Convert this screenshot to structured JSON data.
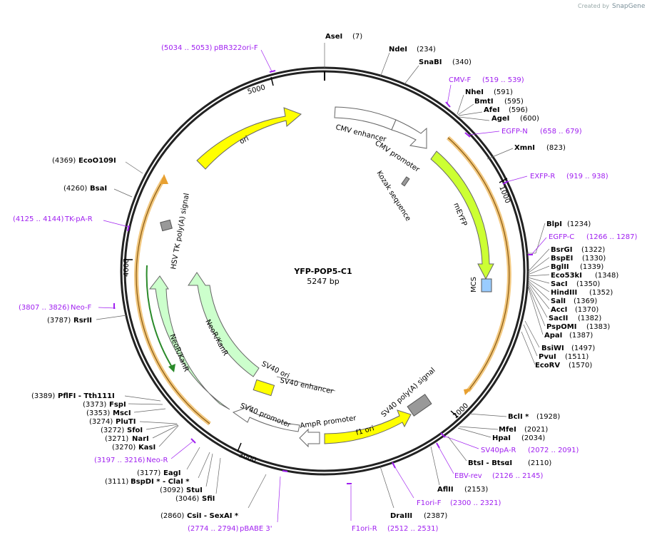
{
  "credit": {
    "created_by": "Created by",
    "brand": "SnapGene"
  },
  "plasmid": {
    "name": "YFP-POP5-C1",
    "length": "5247 bp"
  },
  "ticks": [
    "1000",
    "2000",
    "3000",
    "4000",
    "5000"
  ],
  "sites": [
    {
      "name": "AseI",
      "pos": "(7)"
    },
    {
      "name": "NdeI",
      "pos": "(234)"
    },
    {
      "name": "SnaBI",
      "pos": "(340)"
    },
    {
      "name": "NheI",
      "pos": "(591)"
    },
    {
      "name": "BmtI",
      "pos": "(595)"
    },
    {
      "name": "AfeI",
      "pos": "(596)"
    },
    {
      "name": "AgeI",
      "pos": "(600)"
    },
    {
      "name": "XmnI",
      "pos": "(823)"
    },
    {
      "name": "BlpI",
      "pos": "(1234)"
    },
    {
      "name": "BsrGI",
      "pos": "(1322)"
    },
    {
      "name": "BspEI",
      "pos": "(1330)"
    },
    {
      "name": "BglII",
      "pos": "(1339)"
    },
    {
      "name": "Eco53kI",
      "pos": "(1348)"
    },
    {
      "name": "SacI",
      "pos": "(1350)"
    },
    {
      "name": "HindIII",
      "pos": "(1352)"
    },
    {
      "name": "SalI",
      "pos": "(1369)"
    },
    {
      "name": "AccI",
      "pos": "(1370)"
    },
    {
      "name": "SacII",
      "pos": "(1382)"
    },
    {
      "name": "PspOMI",
      "pos": "(1383)"
    },
    {
      "name": "ApaI",
      "pos": "(1387)"
    },
    {
      "name": "BsiWI",
      "pos": "(1497)"
    },
    {
      "name": "PvuI",
      "pos": "(1511)"
    },
    {
      "name": "EcoRV",
      "pos": "(1570)"
    },
    {
      "name": "BclI *",
      "pos": "(1928)"
    },
    {
      "name": "MfeI",
      "pos": "(2021)"
    },
    {
      "name": "HpaI",
      "pos": "(2034)"
    },
    {
      "name": "BtsI  -  BtsαI",
      "pos": "(2110)"
    },
    {
      "name": "AflII",
      "pos": "(2153)"
    },
    {
      "name": "DraIII",
      "pos": "(2387)"
    },
    {
      "name": "CsiI  -  SexAI *",
      "pos": "(2860)"
    },
    {
      "name": "SfiI",
      "pos": "(3046)"
    },
    {
      "name": "StuI",
      "pos": "(3092)"
    },
    {
      "name": "BspDI *  -  ClaI *",
      "pos": "(3111)"
    },
    {
      "name": "EagI",
      "pos": "(3177)"
    },
    {
      "name": "KasI",
      "pos": "(3270)"
    },
    {
      "name": "NarI",
      "pos": "(3271)"
    },
    {
      "name": "SfoI",
      "pos": "(3272)"
    },
    {
      "name": "PluTI",
      "pos": "(3274)"
    },
    {
      "name": "MscI",
      "pos": "(3353)"
    },
    {
      "name": "FspI",
      "pos": "(3373)"
    },
    {
      "name": "PflFI  -  Tth111I",
      "pos": "(3389)"
    },
    {
      "name": "RsrII",
      "pos": "(3787)"
    },
    {
      "name": "BsaI",
      "pos": "(4260)"
    },
    {
      "name": "EcoO109I",
      "pos": "(4369)"
    }
  ],
  "primers": [
    {
      "name": "pBR322ori-F",
      "range": "(5034 .. 5053)"
    },
    {
      "name": "CMV-F",
      "range": "(519 .. 539)"
    },
    {
      "name": "EGFP-N",
      "range": "(658 .. 679)"
    },
    {
      "name": "EXFP-R",
      "range": "(919 .. 938)"
    },
    {
      "name": "EGFP-C",
      "range": "(1266 .. 1287)"
    },
    {
      "name": "SV40pA-R",
      "range": "(2072 .. 2091)"
    },
    {
      "name": "EBV-rev",
      "range": "(2126 .. 2145)"
    },
    {
      "name": "F1ori-F",
      "range": "(2300 .. 2321)"
    },
    {
      "name": "F1ori-R",
      "range": "(2512 .. 2531)"
    },
    {
      "name": "pBABE 3'",
      "range": "(2774 .. 2794)"
    },
    {
      "name": "Neo-R",
      "range": "(3197 .. 3216)"
    },
    {
      "name": "Neo-F",
      "range": "(3807 .. 3826)"
    },
    {
      "name": "TK-pA-R",
      "range": "(4125 .. 4144)"
    }
  ],
  "features": {
    "ori": "ori",
    "cmv_enhancer": "CMV enhancer",
    "cmv_promoter": "CMV promoter",
    "kozak": "Kozak sequence",
    "meyfp": "mEYFP",
    "mcs": "MCS",
    "sv40_polya": "SV40 poly(A) signal",
    "f1_ori": "f1 ori",
    "ampr_promoter": "AmpR promoter",
    "sv40_promoter": "SV40 promoter",
    "sv40_ori": "SV40 ori",
    "sv40_enhancer": "SV40 enhancer",
    "neor_inner": "NeoR/KanR",
    "neor_outer": "NeoR/KanR",
    "hsv_tk": "HSV TK poly(A) signal"
  },
  "colors": {
    "ori": "#ffff00",
    "meyfp": "#ccff33",
    "neor": "#ccffcc",
    "mcs": "#99ccff",
    "polya": "#999999",
    "primer": "#a020f0",
    "orf": "#e8a030"
  }
}
